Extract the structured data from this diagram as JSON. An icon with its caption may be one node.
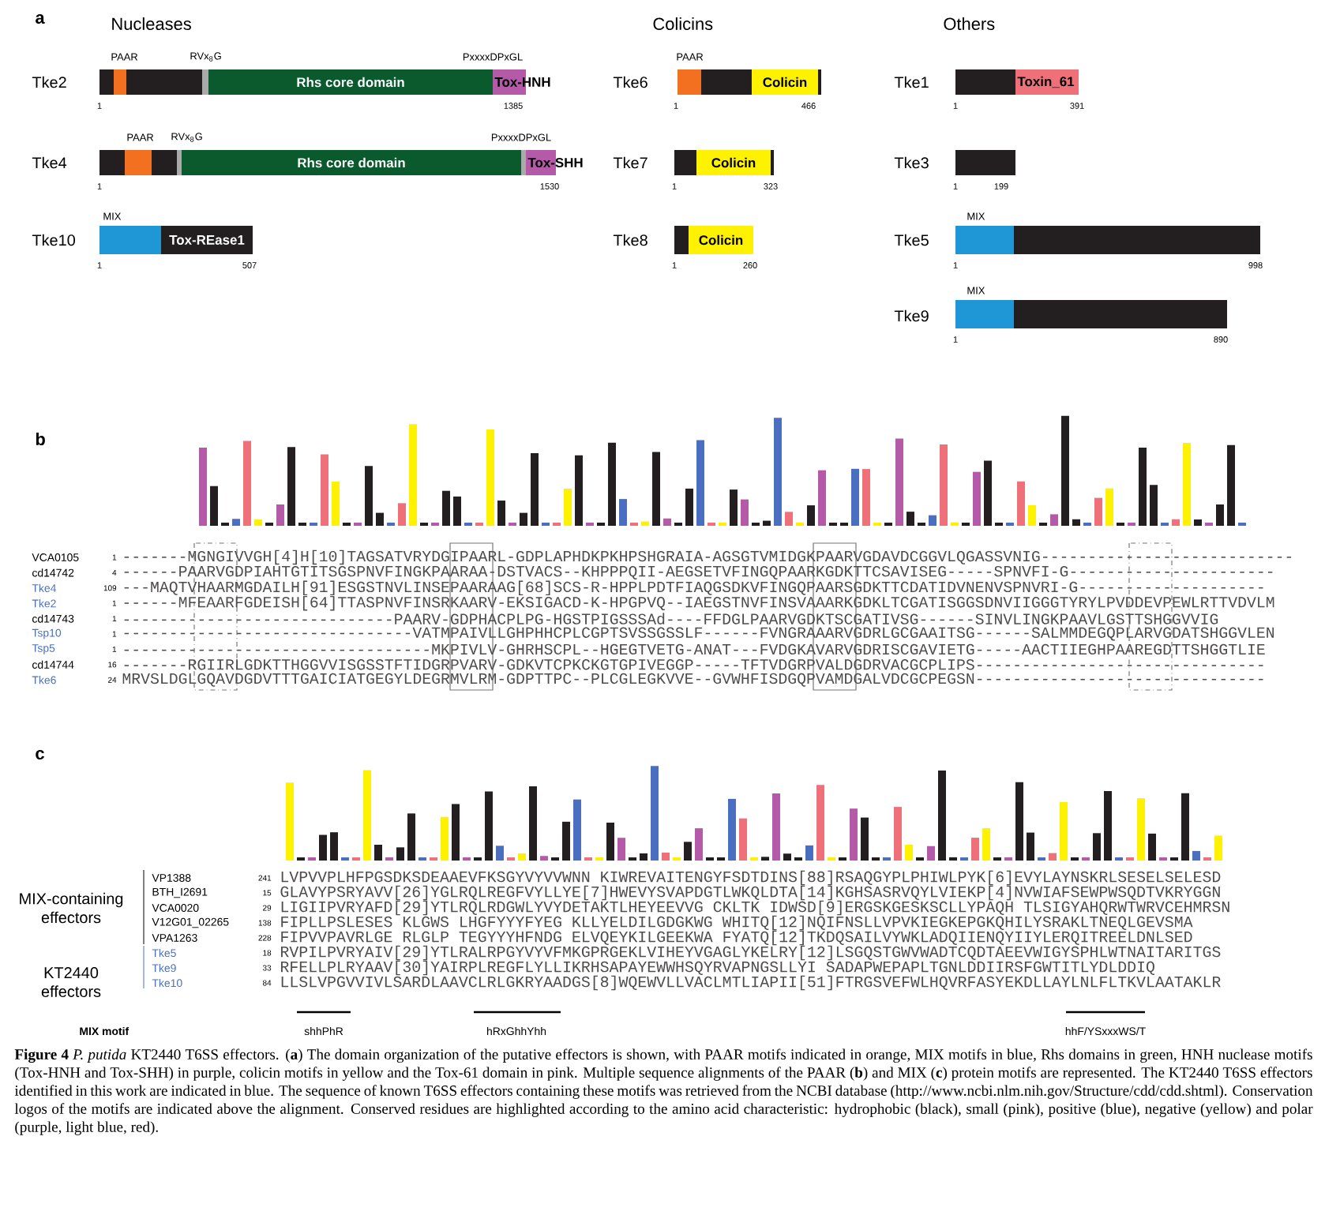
{
  "diagram": {
    "caption": "**Figure 4** *P. putida* KT2440 T6SS effectors. (**a**) The domain organization of the putative effectors is shown, with PAAR motifs indicated in orange, MIX motifs in blue, Rhs domains in green, HNH nuclease motifs (Tox-HNH and Tox-SHH) in purple, colicin motifs in yellow and the Tox-61 domain in pink. Multiple sequence alignments of the PAAR (**b**) and MIX (**c**) protein motifs are represented. The KT2440 T6SS effectors identified in this work are indicated in blue. The sequence of known T6SS effectors containing these motifs was retrieved from the NCBI database (http://www.ncbi.nlm.nih.gov/Structure/cdd/cdd.shtml). Conservation logos of the motifs are indicated above the alignment. Conserved residues are highlighted according to the amino acid characteristic: hydrophobic (black), small (pink), positive (blue), negative (yellow) and polar (purple, light blue, red).",
    "nodes": [
      {
        "text": [
          "Rhs core domain"
        ]
      },
      {
        "text": [
          "Tox-HNH"
        ]
      },
      {
        "text": [
          "Colicin"
        ]
      },
      {
        "text": [
          "Toxin_61"
        ]
      },
      {
        "text": [
          "Rhs core domain"
        ]
      },
      {
        "text": [
          "Tox-SHH"
        ]
      },
      {
        "text": [
          "Colicin"
        ]
      },
      {
        "text": [
          "Tox-REase1"
        ]
      },
      {
        "text": [
          "Colicin"
        ]
      }
    ],
    "labels": [
      "a",
      "Nucleases",
      "Colicins",
      "Others",
      "PAAR",
      "RVx$_{8}$G",
      "PxxxxDPxGL",
      "PAAR",
      "Tke2",
      "1",
      "1385",
      "Tke6",
      "1",
      "466",
      "Tke1",
      "1",
      "391",
      "PAAR",
      "RVx$_{8}$G",
      "PxxxxDPxGL",
      "Tke4",
      "1",
      "1530",
      "Tke7",
      "1",
      "323",
      "Tke3",
      "1",
      "199",
      "MIX",
      "MIX",
      "Tke10",
      "1",
      "507",
      "Tke8",
      "1",
      "260",
      "Tke5",
      "1",
      "998",
      "MIX",
      "Tke9",
      "1",
      "890",
      "b",
      "VCA0105",
      "1",
      "-------MGNGIVVGH[4]H[10]TAGSATVRYDGIPAARL-GDPLAPHDKPKHPSHGRAIA-AGSGTVMIDGKPAARVGDAVDCGGVLQGASSVNIG---------------------------",
      "cd14742",
      "4",
      "------PAARVGDPIAHTGTITSGSPNVFINGKPAARAA-DSTVACS--KHPPPQII-AEGSETVFINGQPAARKGDKTTCSAVISEG-----SPNVFI-G----------------------",
      "Tke4",
      "109",
      "---MAQTVHAARMGDAILH[91]ESGSTNVLINSEPAARAAG[68]SCS-R-HPPLPDTFIAQGSDKVFINGQPAARSGDKTTCDATIDVNENVSPNVRI-G--------------------",
      "Tke2",
      "1",
      "------MFEAARFGDEISH[64]TTASPNVFINSRKAARV-EKSIGACD-K-HPGPVQ--IAEGSTNVFINSVAAARKGDKLTCGATISGGSDNVIIGGGTYRYLPVDDEVPEWLRTTVDVLM",
      "cd14743",
      "1",
      "-----------------------------PAARV-GDPHACPLPG-HGSTPIGSSSAd----FFDGLPAARVGDKTSCGATIVSG------SINVLINGKPAAVLGSTTSHGGVVIG",
      "Tsp10",
      "1",
      "-------------------------------VATMPAIVLLGHPHHCPLCGPTSVSSGSSLF------FVNGRAAARVGDRLGCGAAITSG------SALMMDEGQPLARVGDATSHGGVLEN",
      "Tsp5",
      "1",
      "---------------------------------MKPIVLV-GHRHSCPL--HGEGTVETG-ANAT---FVDGKAVARVGDRISCGAVIETG-----AACTIIEGHPAAREGDTTSHGGTLIE",
      "cd14744",
      "16",
      "-------RGIIRLGDKTTHGGVVISGSSTFTIDGRPVARV-GDKVTCPKCKGTGPIVEGGP-----TFTVDGRPVALDGDRVACGCPLIPS-------------------------------",
      "Tke6",
      "24",
      "MRVSLDGLGQAVDGDVTTTGAICIATGEGYLDEGRMVLRM-GDPTTPC--PLCGLEGKVVE--GVWHFISDGQPVAMDGALVDCGCPEGSN-------------------------------",
      "c",
      "MIX-containing effectors",
      "VP1388",
      "241",
      "LVPVVPLHFPGSDKSDEAAEVFKSGYVYVVWNN KIWREVAITENGYFSDTDINS[88]RSAQGYPLPHIWLPYK[6]EVYLAYNSKRLSESELSELESD",
      "BTH_I2691",
      "15",
      "GLAVYPSRYAVV[26]YGLRQLREGFVYLLYE[7]HWEVYSVAPDGTLWKQLDTA[14]KGHSASRVQYLVIEKP[4]NVWIAFSEWPWSQDTVKRYGGN",
      "VCA0020",
      "29",
      "LIGIIPVRYAFD[29]YTLRQLRDGWLYVYDETAKTLHEYEEVVG CKLTK IDWSD[9]ERGSKGESKSCLLYPAQH TLSIGYAHQRWTWRVCEHMRSN",
      "V12G01_02265",
      "138",
      "FIPLLPSLESES KLGWS LHGFYYYFYEG KLLYELDILGDGKWG WHITQ[12]NQIFNSLLVPVKIEGKEPGKQHILYSRAKLTNEQLGEVSMA",
      "VPA1263",
      "228",
      "FIPVVPAVRLGE RLGLP TEGYYYHFNDG ELVQEYKILGEEKWA FYATQ[12]TKDQSAILVYWKLADQIIENQYIIYLERQITREELDNLSED",
      "KT2440 effectors",
      "Tke5",
      "18",
      "RVPILPVRYAIV[29]YTLRALRPGYVYVFMKGPRGEKLVIHEYVGAGLYKELRY[12]LSGQSTGWVWADTCQDTAEEVWIGYSPHLWTNAITARITGS",
      "Tke9",
      "33",
      "RFELLPLRYAAV[30]YAIRPLREGFLYLLIKRHSAPAYEWWHSQYRVAPNGSLLYI SADAPWEPAPLTGNLDDIIRSFGWTITLYDLDDIQ",
      "Tke10",
      "84",
      "LLSLVPGVVIVLSARDLAAVCLRLGKRYAADGS[8]WQEWVLLVACLMTLIAPII[51]FTRGSVEFWLHQVRFASYEKDLLAYLNLFLTKVLAATAKLR",
      "MIX motif",
      "shhPhR",
      "hRxGhhYhh",
      "hhF/YSxxxWS/T"
    ]
  }
}
